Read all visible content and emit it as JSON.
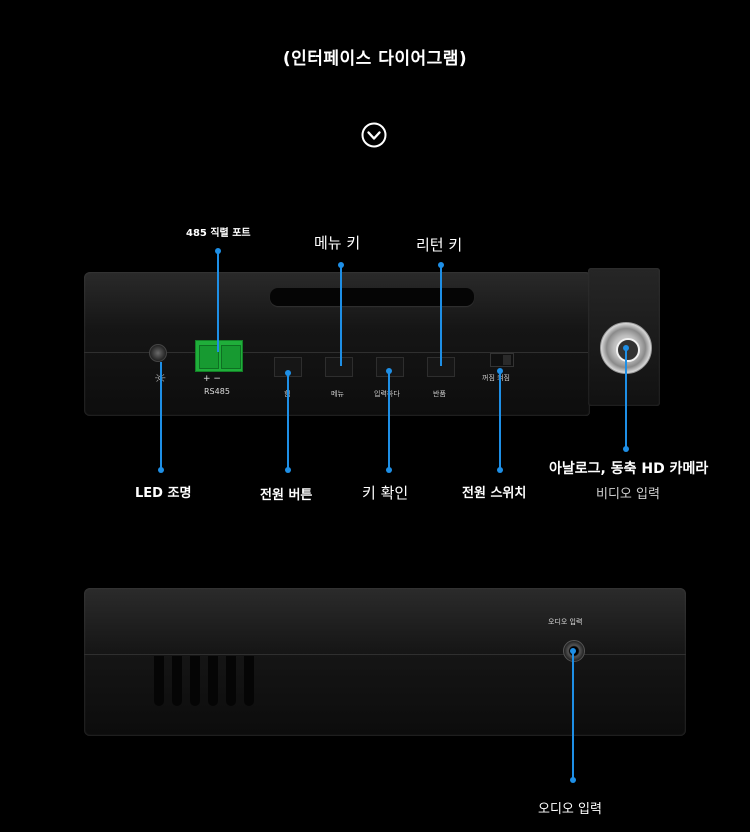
{
  "page": {
    "title": "(인터페이스 다이어그램)"
  },
  "top_device": {
    "callouts": {
      "rs485_port": "485 직렬 포트",
      "menu_key": "메뉴 키",
      "return_key": "리턴 키",
      "led_light": "LED 조명",
      "power_button": "전원 버튼",
      "confirm_key": "키 확인",
      "power_switch": "전원 스위치",
      "analog_camera": "아날로그, 동축 HD 카메라",
      "video_input": "비디오 입력"
    },
    "printed": {
      "terminal_label": "RS485",
      "terminal_polarity": "+  −",
      "btn_power": "힘",
      "btn_menu": "메뉴",
      "btn_confirm": "입력하다",
      "btn_return": "반품",
      "switch_label": "꺼짐 켜짐"
    }
  },
  "bottom_device": {
    "printed": {
      "jack_label": "오디오 입력"
    },
    "callouts": {
      "audio_input": "오디오 입력"
    }
  },
  "colors": {
    "background": "#000000",
    "callout_line": "#1e8fe6",
    "terminal_green": "#1fae3a"
  }
}
